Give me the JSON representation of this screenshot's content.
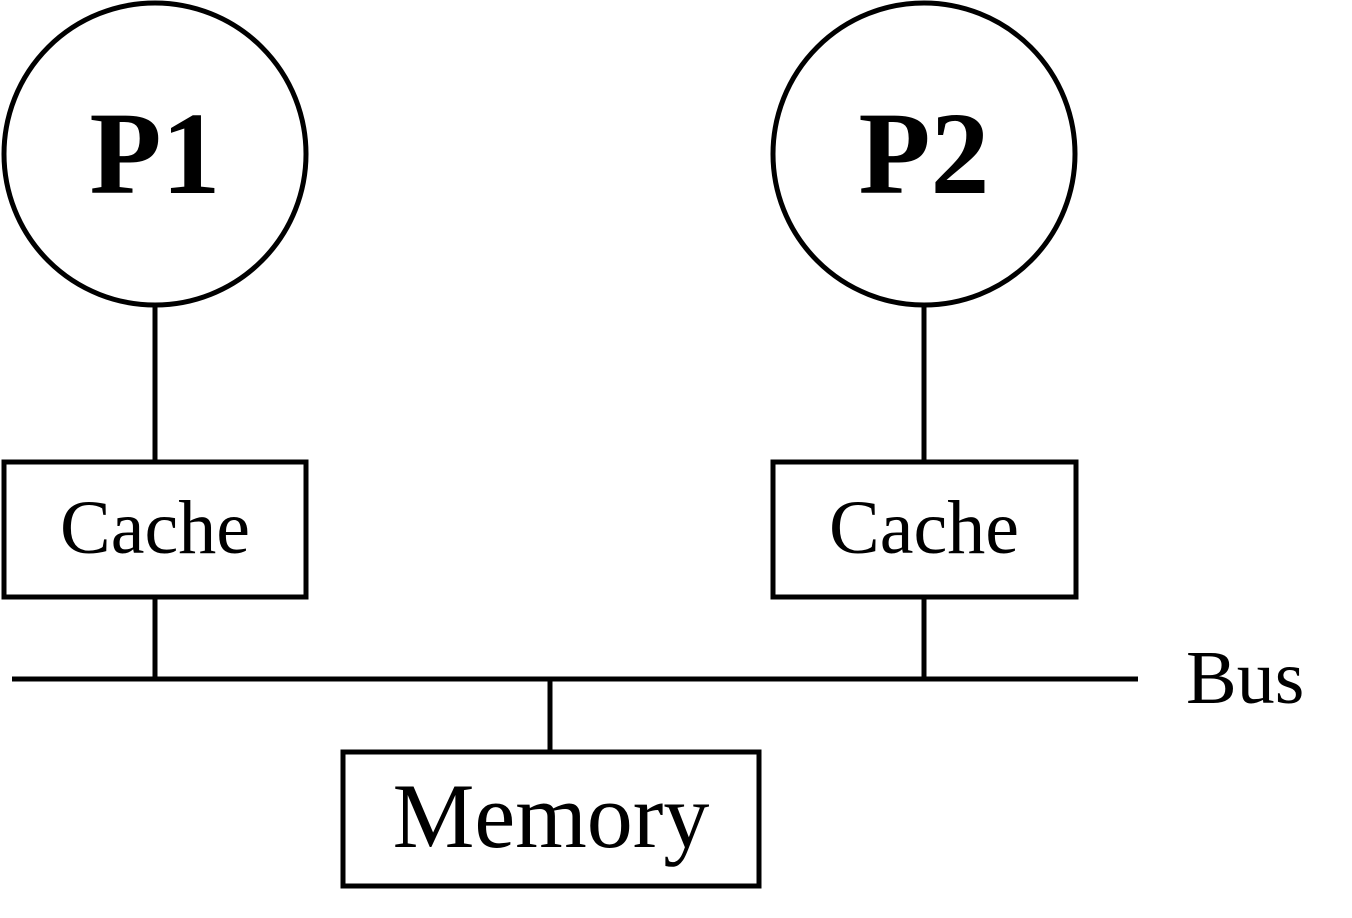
{
  "diagram": {
    "processors": [
      {
        "label": "P1",
        "cache_label": "Cache"
      },
      {
        "label": "P2",
        "cache_label": "Cache"
      }
    ],
    "bus_label": "Bus",
    "memory_label": "Memory"
  }
}
